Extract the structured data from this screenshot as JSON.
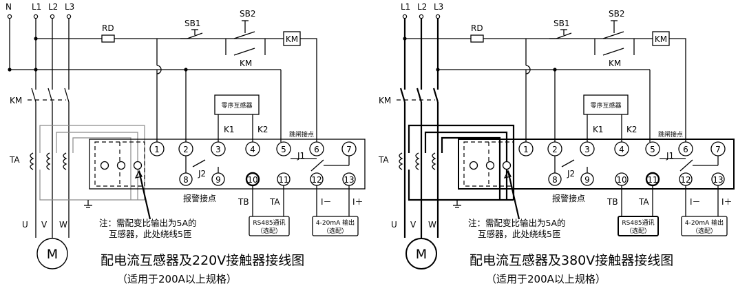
{
  "panels": [
    {
      "phases": [
        "N",
        "L1",
        "L2",
        "L3"
      ],
      "labels": {
        "rd": "RD",
        "sb1": "SB1",
        "sb2": "SB2",
        "km_coil": "KM",
        "km_contact": "KM",
        "km_main": "KM",
        "ta": "TA",
        "motor": "M",
        "u": "U",
        "v": "V",
        "w": "W",
        "k1": "K1",
        "k2": "K2",
        "j1": "J1",
        "j2": "J2",
        "tb": "TB",
        "ta_out": "TA",
        "i_minus": "I－",
        "i_plus": "I＋",
        "zero_seq": "零序互感器",
        "trip": "跳闸接点",
        "alarm": "报警接点",
        "rs485": "RS485通讯",
        "rs485_opt": "（选配）",
        "ma_out": "4-20mA 输出",
        "ma_opt": "（选配）"
      },
      "terminals": [
        "1",
        "2",
        "3",
        "4",
        "5",
        "6",
        "7",
        "8",
        "9",
        "10",
        "11",
        "12",
        "13"
      ],
      "note": [
        "注：需配变比输出为5A的",
        "互感器，此处绕线5匝"
      ],
      "title": "配电流互感器及220V接触器接线图",
      "subtitle": "（适用于200A以上规格）"
    },
    {
      "phases": [
        "L1",
        "L2",
        "L3"
      ],
      "labels": {
        "rd": "RD",
        "sb1": "SB1",
        "sb2": "SB2",
        "km_coil": "KM",
        "km_contact": "KM",
        "km_main": "KM",
        "ta": "TA",
        "motor": "M",
        "u": "U",
        "v": "V",
        "w": "W",
        "k1": "K1",
        "k2": "K2",
        "j1": "J1",
        "j2": "J2",
        "tb": "TB",
        "ta_out": "TA",
        "i_minus": "I－",
        "i_plus": "I＋",
        "zero_seq": "零序互感器",
        "trip": "跳闸接点",
        "alarm": "报警接点",
        "rs485": "RS485通讯",
        "rs485_opt": "（选配）",
        "ma_out": "4-20mA 输出",
        "ma_opt": "（选配）"
      },
      "terminals": [
        "1",
        "2",
        "3",
        "4",
        "5",
        "6",
        "7",
        "8",
        "9",
        "10",
        "11",
        "12",
        "13"
      ],
      "note": [
        "注：需配变比输出为5A的",
        "互感器，此处绕线5匝"
      ],
      "title": "配电流互感器及380V接触器接线图",
      "subtitle": "（适用于200A以上规格）"
    }
  ]
}
